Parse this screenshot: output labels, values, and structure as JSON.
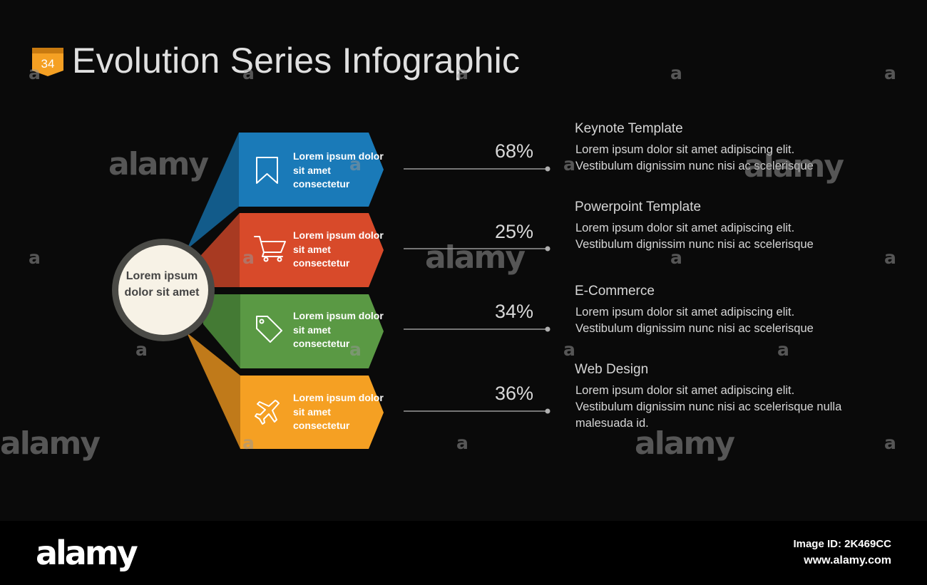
{
  "slide": {
    "number": "34",
    "title": "Evolution Series Infographic"
  },
  "center": {
    "text": "Lorem ipsum dolor sit amet"
  },
  "steps": [
    {
      "label": "Lorem ipsum dolor sit amet consectetur",
      "icon": "bookmark-icon",
      "color": "#1a7ab8",
      "percent": "68%",
      "title": "Keynote Template",
      "description": "Lorem ipsum dolor sit amet adipiscing elit. Vestibulum dignissim nunc nisi ac scelerisque"
    },
    {
      "label": "Lorem ipsum dolor sit amet consectetur",
      "icon": "shopping-cart-icon",
      "color": "#d84a2a",
      "percent": "25%",
      "title": "Powerpoint Template",
      "description": "Lorem ipsum dolor sit amet adipiscing elit. Vestibulum dignissim nunc nisi ac scelerisque"
    },
    {
      "label": "Lorem ipsum dolor sit amet consectetur",
      "icon": "tag-icon",
      "color": "#5a9944",
      "percent": "34%",
      "title": "E-Commerce",
      "description": "Lorem ipsum dolor sit amet adipiscing elit. Vestibulum dignissim nunc nisi ac scelerisque"
    },
    {
      "label": "Lorem ipsum dolor sit amet consectetur",
      "icon": "airplane-icon",
      "color": "#f5a023",
      "percent": "36%",
      "title": "Web Design",
      "description": "Lorem ipsum dolor sit amet adipiscing elit. Vestibulum dignissim nunc nisi ac scelerisque nulla malesuada id."
    }
  ],
  "colors": {
    "badge": "#f5a023",
    "background": "#0a0a0a",
    "circle_fill": "#f7f2e6",
    "circle_ring": "#4a4a46"
  },
  "watermark": {
    "brand": "alamy",
    "mark": "a"
  },
  "footer": {
    "logo": "alamy",
    "image_id": "Image ID: 2K469CC",
    "url": "www.alamy.com"
  }
}
